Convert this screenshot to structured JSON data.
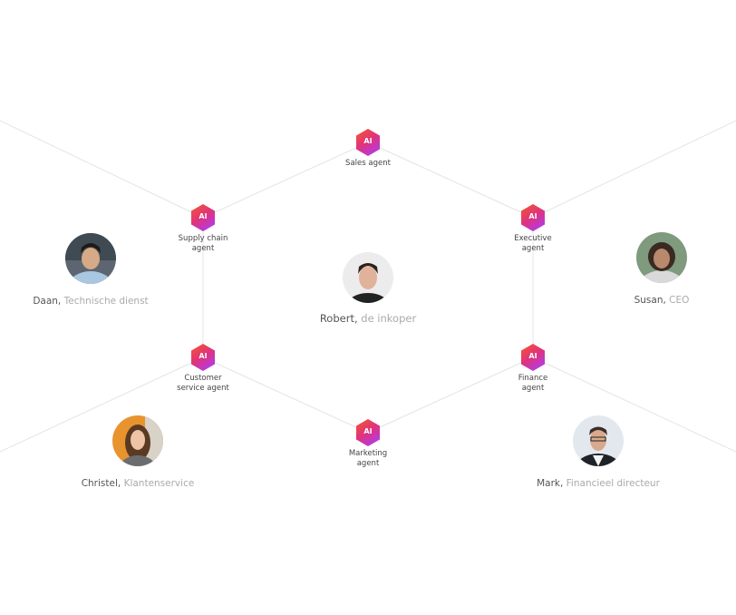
{
  "agents": {
    "sales": {
      "label": "Sales agent",
      "badge": "AI"
    },
    "supply": {
      "label1": "Supply chain",
      "label2": "agent",
      "badge": "AI"
    },
    "executive": {
      "label1": "Executive",
      "label2": "agent",
      "badge": "AI"
    },
    "customer": {
      "label1": "Customer",
      "label2": "service agent",
      "badge": "AI"
    },
    "finance": {
      "label1": "Finance",
      "label2": "agent",
      "badge": "AI"
    },
    "marketing": {
      "label1": "Marketing",
      "label2": "agent",
      "badge": "AI"
    }
  },
  "people": {
    "daan": {
      "name": "Daan,",
      "role": "Technische dienst"
    },
    "robert": {
      "name": "Robert,",
      "role": "de inkoper"
    },
    "susan": {
      "name": "Susan,",
      "role": "CEO"
    },
    "christel": {
      "name": "Christel,",
      "role": "Klantenservice"
    },
    "mark": {
      "name": "Mark,",
      "role": "Financieel directeur"
    }
  },
  "colors": {
    "hex_top": "#f2542d",
    "hex_bottom": "#b832d6",
    "line": "#e6e6e6"
  }
}
